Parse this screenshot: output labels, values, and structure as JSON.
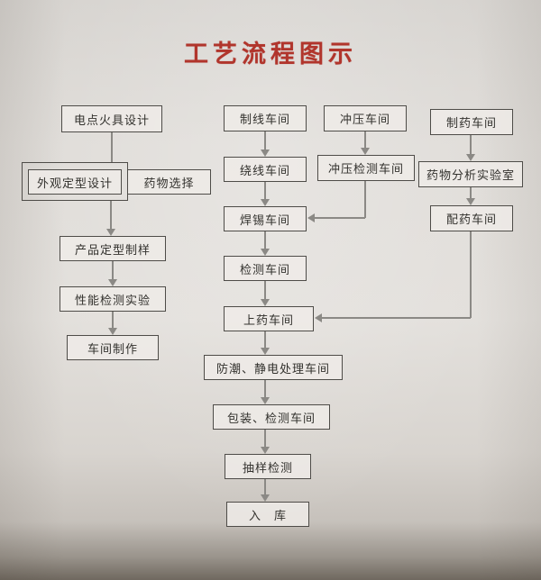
{
  "title": "工艺流程图示",
  "colors": {
    "title_red": "#b1352c",
    "line_gray": "#8b8985",
    "box_border": "#4e4c48"
  },
  "left": {
    "ignition_design": "电点火具设计",
    "appearance_design": "外观定型设计",
    "drug_selection": "药物选择",
    "product_sample": "产品定型制样",
    "performance_test": "性能检测实验",
    "workshop_production": "车间制作"
  },
  "main": {
    "wire_making": "制线车间",
    "wire_winding": "绕线车间",
    "soldering": "焊锡车间",
    "inspection": "检测车间",
    "drug_loading": "上药车间",
    "antistatic": "防潮、静电处理车间",
    "packaging_inspection": "包装、检测车间",
    "sampling_test": "抽样检测",
    "warehousing": "入　库"
  },
  "stamping": {
    "stamping_workshop": "冲压车间",
    "stamping_inspection": "冲压检测车间"
  },
  "pharma": {
    "pharma_workshop": "制药车间",
    "analysis_lab": "药物分析实验室",
    "dispensing": "配药车间"
  }
}
